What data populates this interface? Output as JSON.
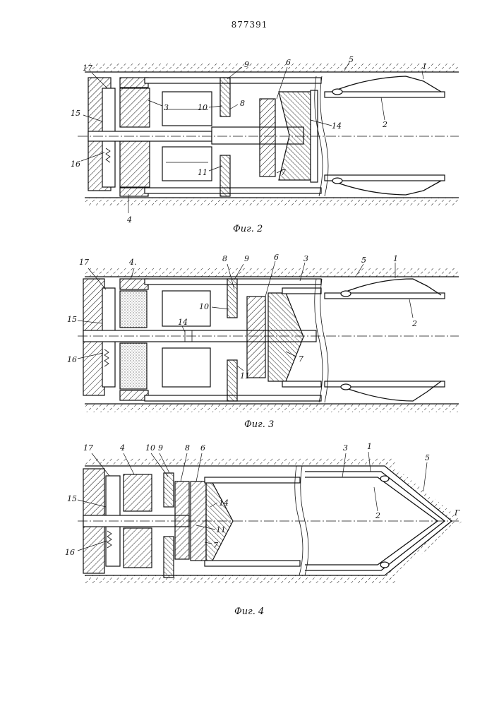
{
  "document": {
    "patent_number": "877391"
  },
  "figures": [
    {
      "caption": "Фиг. 2",
      "labels": [
        "17",
        "15",
        "16",
        "4",
        "3",
        "10",
        "9",
        "8",
        "11",
        "6",
        "7",
        "14",
        "5",
        "1",
        "2"
      ]
    },
    {
      "caption": "Фиг. 3",
      "labels": [
        "17",
        "4.",
        "15",
        "16",
        "8",
        "9",
        "10",
        "14",
        "11",
        "6",
        "7",
        "3",
        "5",
        "1",
        "2"
      ]
    },
    {
      "caption": "Фиг. 4",
      "labels": [
        "17",
        "4",
        "10",
        "9",
        "8",
        "6",
        "15",
        "14",
        "11",
        "7",
        "16",
        "3",
        "1",
        "5",
        "2",
        "Г"
      ]
    }
  ]
}
